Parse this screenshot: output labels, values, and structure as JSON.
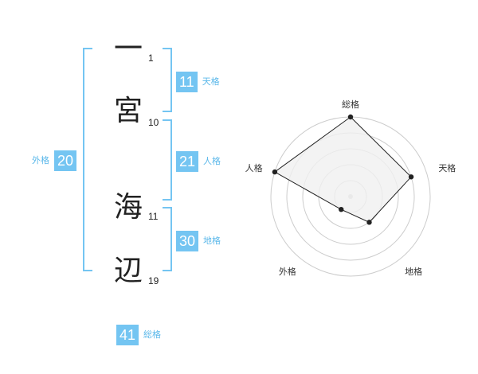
{
  "name": {
    "chars": [
      {
        "char": "一",
        "strokes": "1"
      },
      {
        "char": "宮",
        "strokes": "10"
      },
      {
        "char": "海",
        "strokes": "11"
      },
      {
        "char": "辺",
        "strokes": "19"
      }
    ]
  },
  "fortune": {
    "tenkaku": {
      "value": "11",
      "label": "天格"
    },
    "jinkaku": {
      "value": "21",
      "label": "人格"
    },
    "chikaku": {
      "value": "30",
      "label": "地格"
    },
    "gaikaku": {
      "value": "20",
      "label": "外格"
    },
    "soukaku": {
      "value": "41",
      "label": "総格"
    }
  },
  "radar": {
    "axes": [
      "総格",
      "天格",
      "地格",
      "外格",
      "人格"
    ],
    "levels": 5,
    "values": [
      5,
      4,
      2,
      1,
      5
    ],
    "fill_color": "#f0f0f0",
    "line_color": "#222222",
    "grid_color": "#cccccc"
  },
  "colors": {
    "accent": "#74c5f2",
    "accent_text": "#5bb8ea"
  }
}
